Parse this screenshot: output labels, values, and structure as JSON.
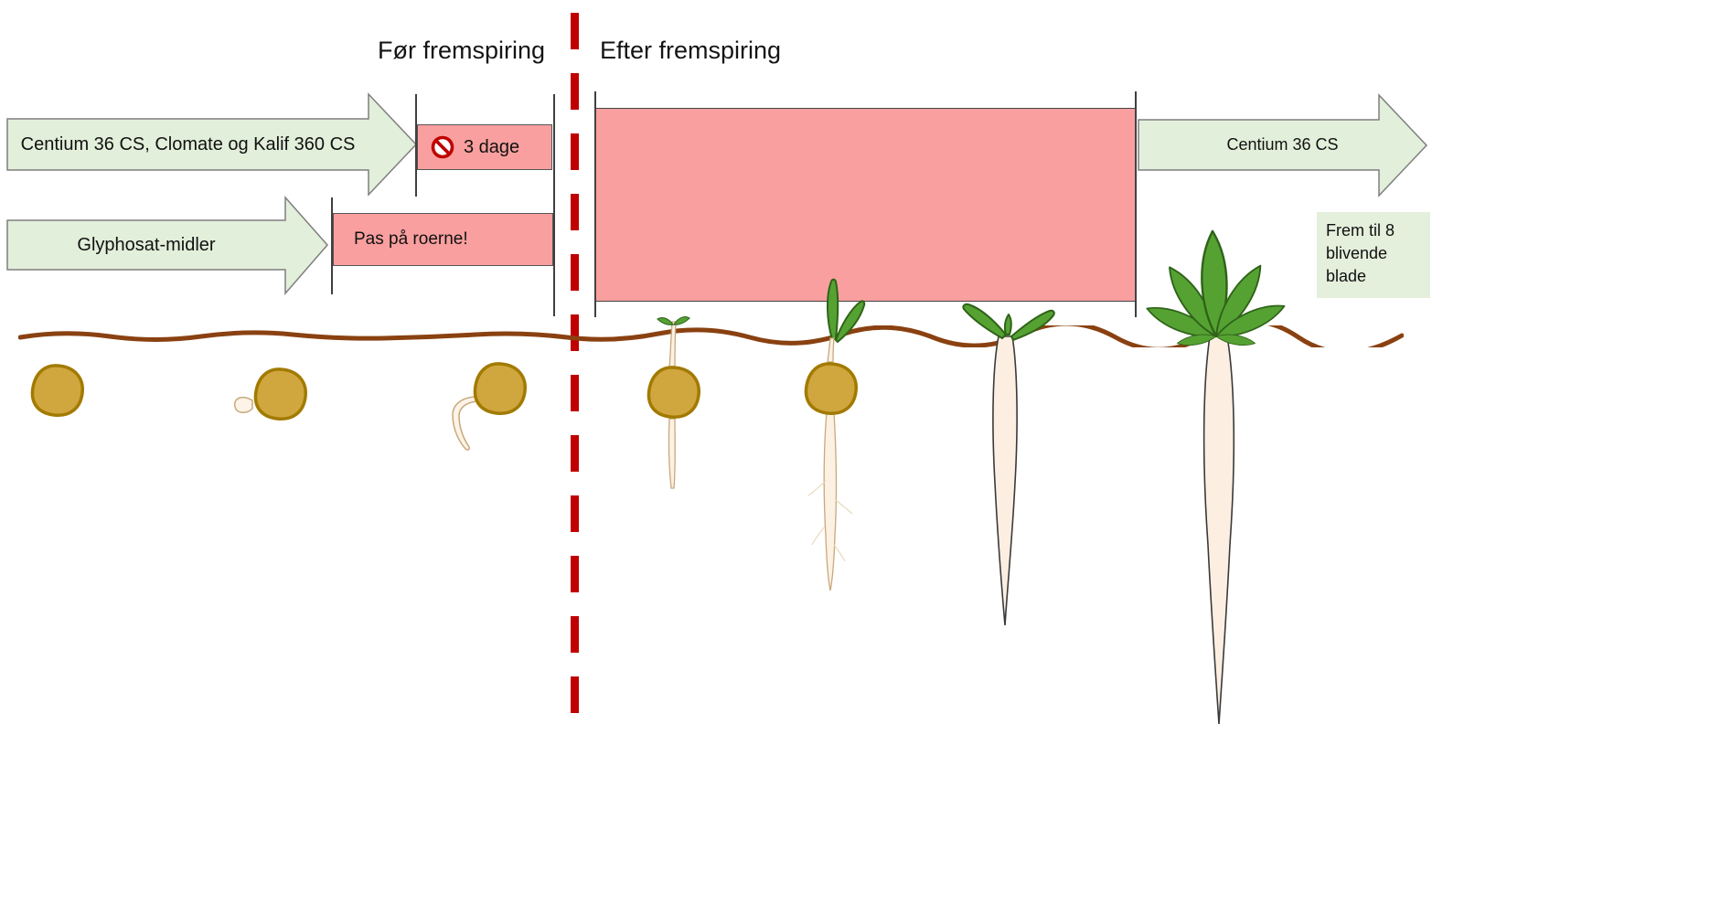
{
  "titles": {
    "before": "Før fremspiring",
    "after": "Efter fremspiring"
  },
  "arrows": {
    "pre_emergence": "Centium 36 CS, Clomate og Kalif 360 CS",
    "glyphosate": "Glyphosat-midler",
    "post_emergence": "Centium 36 CS"
  },
  "warnings": {
    "pause": "3 dage",
    "beets": "Pas på roerne!"
  },
  "note": "Frem til 8 blivende blade",
  "icons": {
    "prohibition": "no-entry-icon"
  },
  "colors": {
    "arrow_fill": "#e2efda",
    "warning_fill": "#f99f9f",
    "divider_red": "#c00000",
    "soil_brown": "#8a4111",
    "seed_gold": "#d0a63e",
    "leaf_green": "#55a233",
    "root_cream": "#fcefe2"
  }
}
